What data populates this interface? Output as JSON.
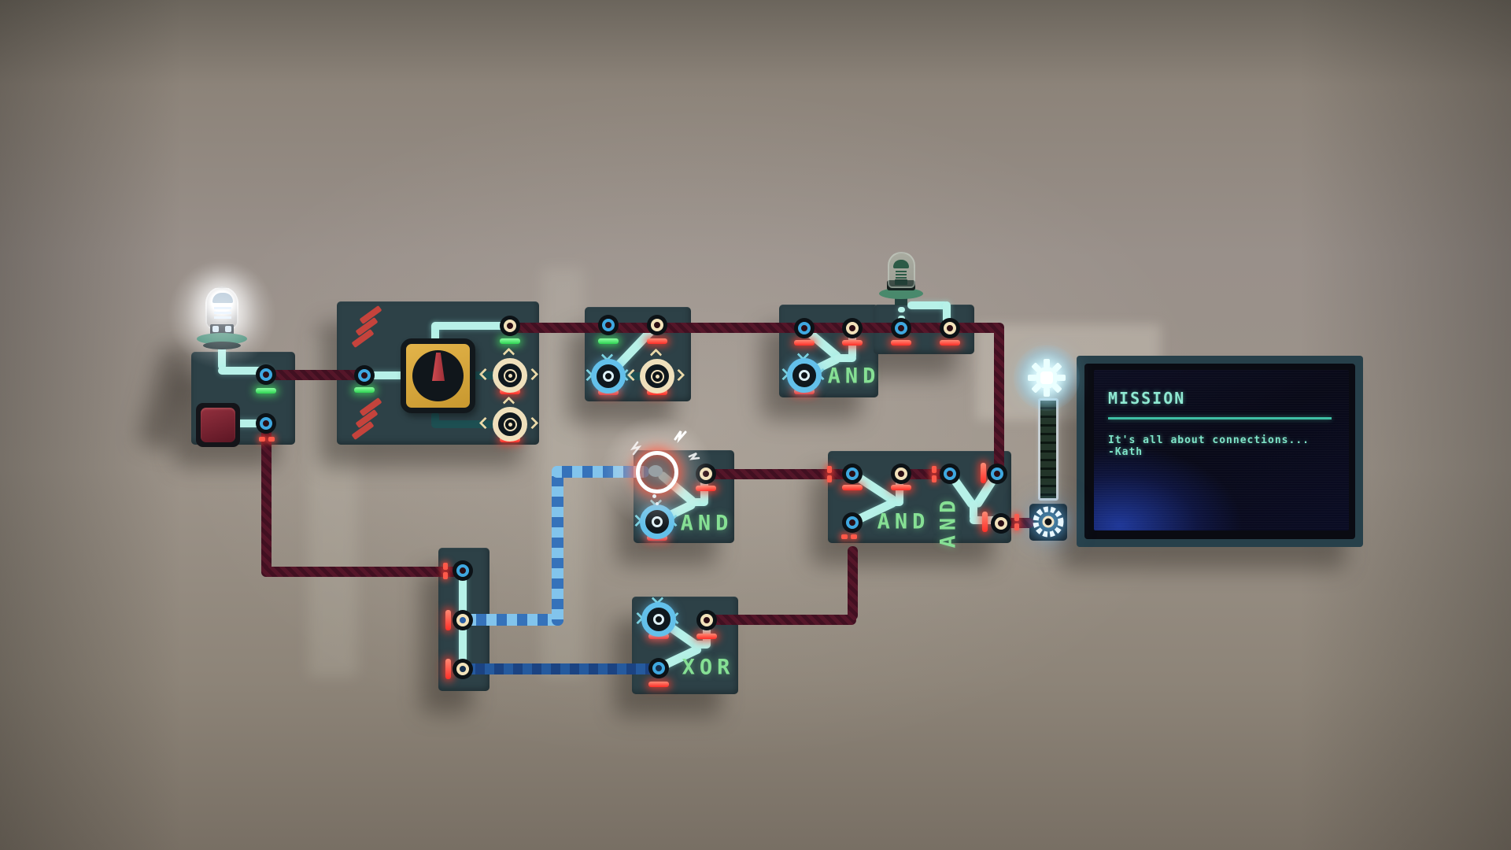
{
  "mission_panel": {
    "title": "MISSION",
    "message": "It's all about connections...",
    "signature": "-Kath"
  },
  "gate_labels": {
    "top_and": "AND",
    "middle_and": "AND",
    "pair_left_and": "AND",
    "pair_right_and": "AND",
    "xor": "XOR"
  },
  "indicators": {
    "left_lamp_state": "on",
    "green_led_state": "off"
  },
  "colors": {
    "panel": "#2d4147",
    "wire_red": "#4a1322",
    "cable_blue_light": "#82c4ec",
    "cable_blue_dark": "#1e4d8c",
    "trace_lit": "#b7f1e8",
    "trace_dim": "#1d4f52",
    "indicator_red": "#ff4038",
    "indicator_green": "#3fe05f",
    "port_blue": "#3fa8e0",
    "port_cream": "#f2e2ba",
    "gate_label_green": "#86e094",
    "screen_text": "#7fe4c8",
    "knob_plate": "#d9a83c",
    "button_red": "#7c2231"
  },
  "icons": {
    "lamp_on": "glowing white bulb",
    "green_led": "green LED dome",
    "power_gear": "glowing gear",
    "output_socket": "glowing socket ring",
    "rotary_knob": "rotary switch lever",
    "push_button": "red push button",
    "hazard_stripes": "red hazard stripes",
    "spark": "connection spark"
  }
}
